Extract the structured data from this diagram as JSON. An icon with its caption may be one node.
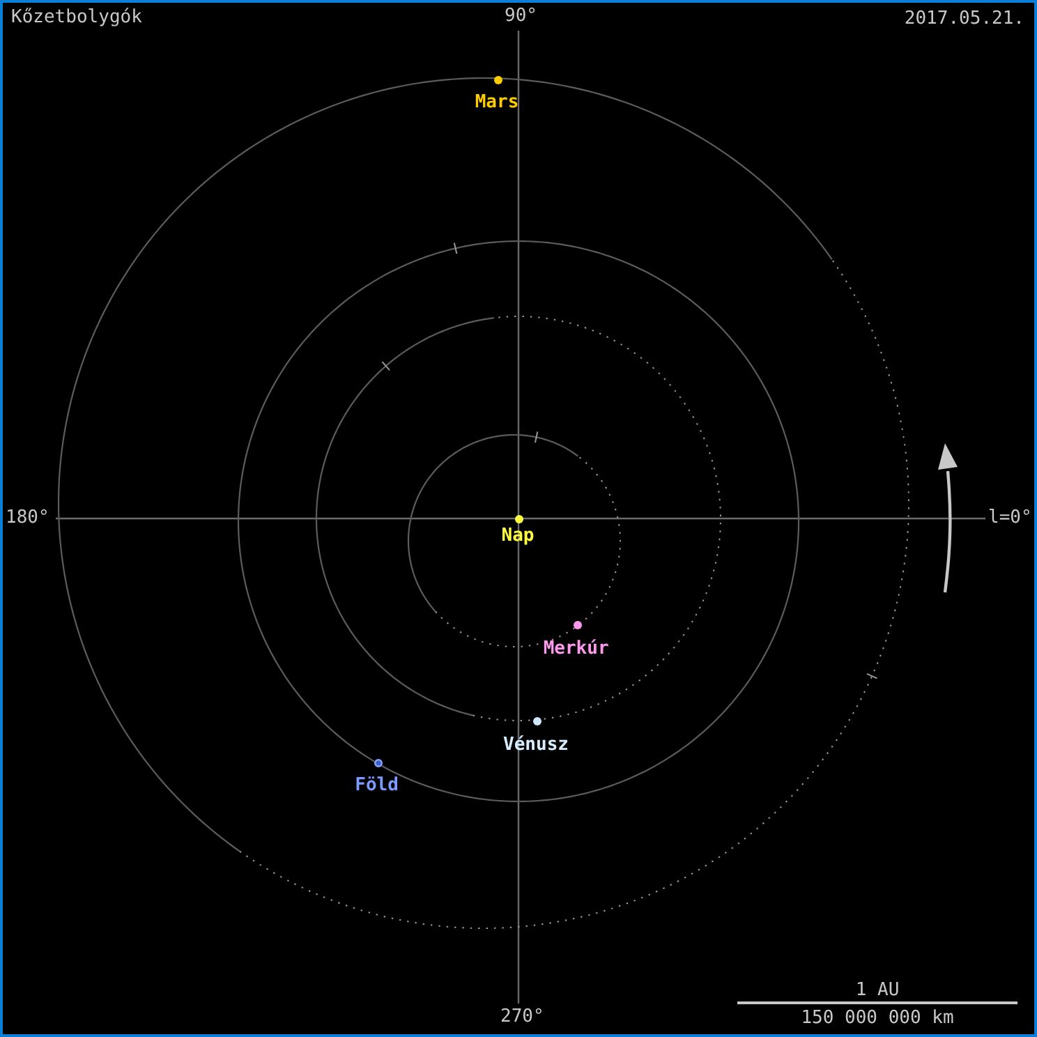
{
  "diagram": {
    "title": "Kőzetbolygók",
    "nodes": [
      {
        "text": [],
        "shape": "circle",
        "beside": [
          "Mars"
        ]
      },
      {
        "text": [],
        "shape": "circle",
        "beside": [
          "Nap"
        ]
      },
      {
        "text": [],
        "shape": "circle",
        "beside": [
          "Merkúr"
        ]
      },
      {
        "text": [],
        "shape": "circle",
        "beside": [
          "Vénusz"
        ]
      },
      {
        "text": [],
        "shape": "circle",
        "beside": [
          "Föld"
        ]
      }
    ],
    "labels": [
      "90°",
      "2017.05.21.",
      "180°",
      "l=0°",
      "270°",
      "1 AU",
      "150 000 000 km"
    ]
  }
}
